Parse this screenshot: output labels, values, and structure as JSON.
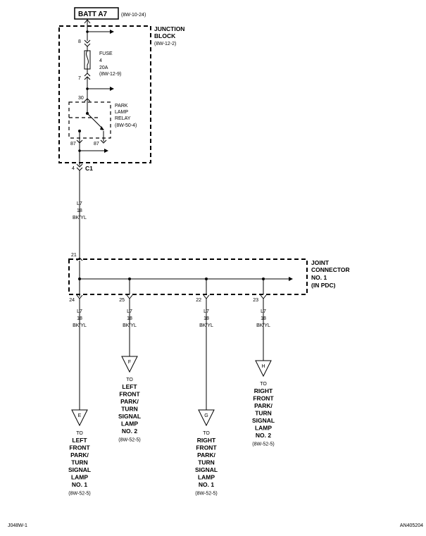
{
  "source": {
    "name": "BATT A7",
    "ref": "(8W-10-24)"
  },
  "junction_block": {
    "title_1": "JUNCTION",
    "title_2": "BLOCK",
    "ref": "(8W-12-2)"
  },
  "fuse": {
    "label": "FUSE",
    "number": "4",
    "rating": "20A",
    "ref": "(8W-12-9)",
    "pin_in": "8",
    "pin_out": "7"
  },
  "relay": {
    "label_1": "PARK",
    "label_2": "LAMP",
    "label_3": "RELAY",
    "ref": "(8W-50-4)",
    "pin_30": "30",
    "pin_87": "87",
    "pin_87a": "87"
  },
  "connector_c1": {
    "name": "C1",
    "pin": "4"
  },
  "main_wire": {
    "code": "L7",
    "gauge": "18",
    "color": "BK/YL"
  },
  "joint_connector": {
    "title_1": "JOINT",
    "title_2": "CONNECTOR",
    "title_3": "NO. 1",
    "title_4": "(IN PDC)",
    "pin_in": "21"
  },
  "branches": [
    {
      "pin": "24",
      "code": "L7",
      "gauge": "18",
      "color": "BK/YL",
      "conn": "E",
      "dest": [
        "LEFT",
        "FRONT",
        "PARK/",
        "TURN",
        "SIGNAL",
        "LAMP",
        "NO. 1"
      ],
      "ref": "(8W-52-5)"
    },
    {
      "pin": "25",
      "code": "L7",
      "gauge": "18",
      "color": "BK/YL",
      "conn": "F",
      "dest": [
        "LEFT",
        "FRONT",
        "PARK/",
        "TURN",
        "SIGNAL",
        "LAMP",
        "NO. 2"
      ],
      "ref": "(8W-52-5)"
    },
    {
      "pin": "22",
      "code": "L7",
      "gauge": "18",
      "color": "BK/YL",
      "conn": "G",
      "dest": [
        "RIGHT",
        "FRONT",
        "PARK/",
        "TURN",
        "SIGNAL",
        "LAMP",
        "NO. 1"
      ],
      "ref": "(8W-52-5)"
    },
    {
      "pin": "23",
      "code": "L7",
      "gauge": "18",
      "color": "BK/YL",
      "conn": "H",
      "dest": [
        "RIGHT",
        "FRONT",
        "PARK/",
        "TURN",
        "SIGNAL",
        "LAMP",
        "NO. 2"
      ],
      "ref": "(8W-52-5)"
    }
  ],
  "to_label": "TO",
  "footer": {
    "left": "J048W-1",
    "right": "AN405204"
  }
}
